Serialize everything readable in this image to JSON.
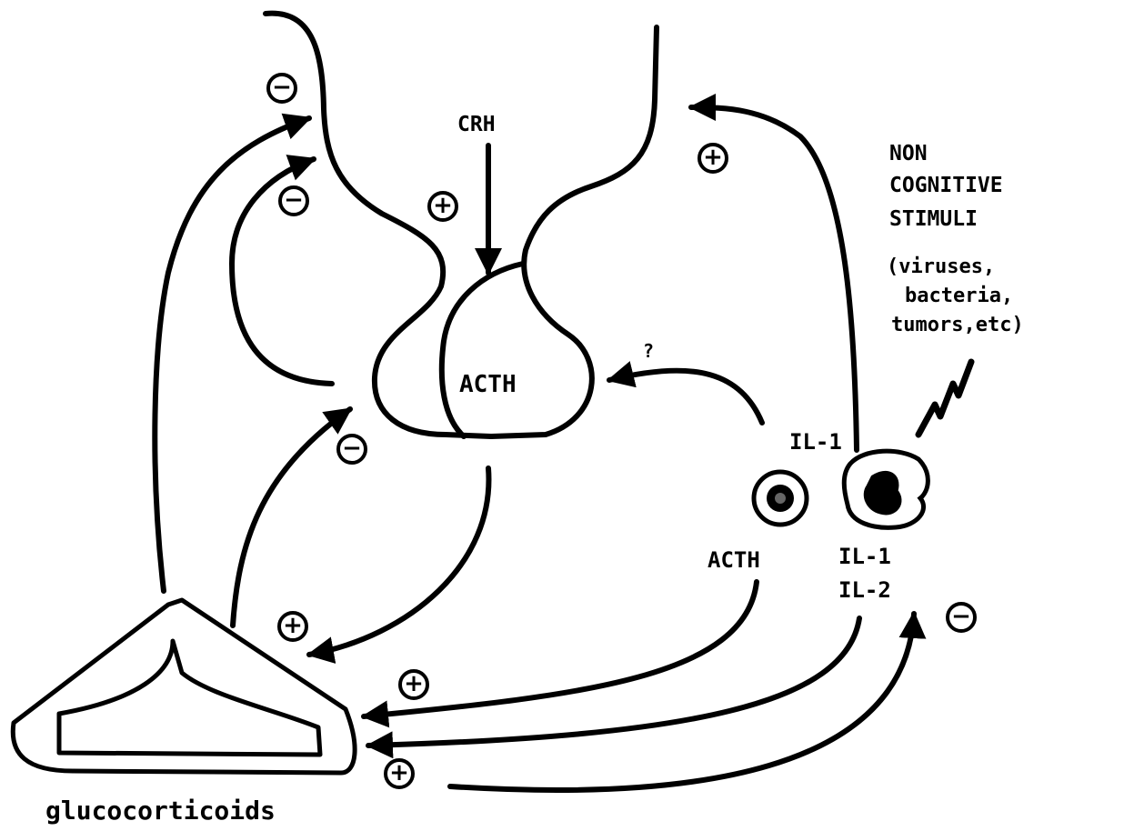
{
  "labels": {
    "crh": "CRH",
    "acth_pituitary": "ACTH",
    "question": "?",
    "non_cognitive_1": "NON",
    "non_cognitive_2": "COGNITIVE",
    "non_cognitive_3": "STIMULI",
    "examples_1": "(viruses,",
    "examples_2": "bacteria,",
    "examples_3": "tumors,etc)",
    "il1_top": "IL-1",
    "acth_lymphocyte": "ACTH",
    "il1_cell": "IL-1",
    "il2_cell": "IL-2",
    "glucocorticoids": "glucocorticoids"
  },
  "signs": {
    "plus": "+",
    "minus": "−"
  },
  "colors": {
    "ink": "#000000",
    "background": "#ffffff"
  }
}
